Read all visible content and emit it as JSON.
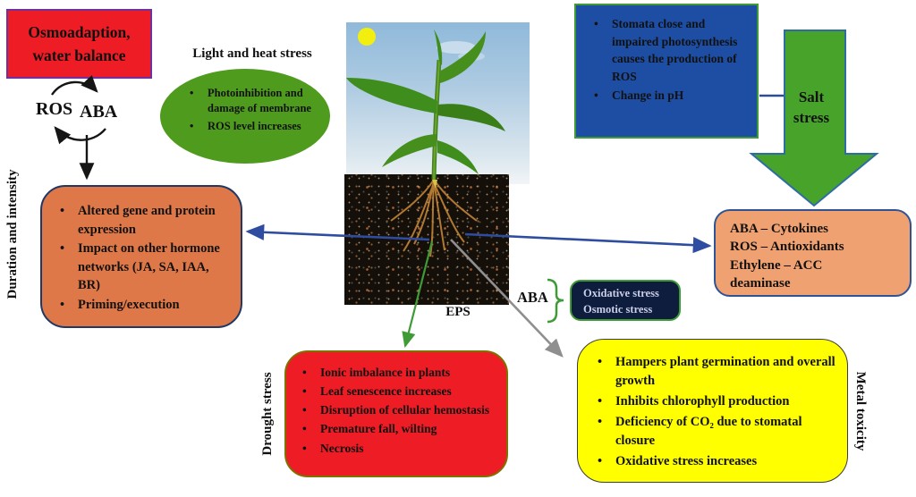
{
  "figure": {
    "type": "plant-stress-diagram",
    "colors": {
      "red": "#ee1c25",
      "orange_dark": "#df7848",
      "orange_light": "#f0a171",
      "green_ellipse": "#4f9b1e",
      "green_arrow": "#48a32a",
      "blue_box": "#1d4ea3",
      "navy_box": "#0e1c3e",
      "yellow": "#ffff00",
      "line_blue": "#2e4da0",
      "line_green": "#3f9b35",
      "line_gray": "#8f8f8f"
    }
  },
  "osmo": {
    "lines": [
      "Osmoadaption,",
      "water balance"
    ]
  },
  "cycle": {
    "ros": "ROS",
    "aba": "ABA"
  },
  "duration_label": "Duration and intensity",
  "light_heat": {
    "title": "Light and heat stress",
    "bullets": [
      "Photoinhibition and damage of membrane",
      "ROS level increases"
    ]
  },
  "left_orange": {
    "bullets": [
      "Altered gene and protein expression",
      "Impact on other hormone networks (JA, SA, IAA, BR)",
      "Priming/execution"
    ]
  },
  "blue_box": {
    "bullets": [
      "Stomata close and impaired photosynthesis causes the production of ROS",
      "Change in pH"
    ]
  },
  "salt_arrow": {
    "label": "Salt stress"
  },
  "right_orange": {
    "lines": [
      "ABA – Cytokines",
      "ROS – Antioxidants",
      "Ethylene – ACC deaminase"
    ]
  },
  "mid": {
    "aba_label": "ABA"
  },
  "dark_box": {
    "lines": [
      "Oxidative stress",
      "Osmotic stress"
    ]
  },
  "eps_label": "EPS",
  "red_box": {
    "rotated_label": "Drought stress",
    "bullets": [
      "Ionic imbalance in plants",
      "Leaf senescence increases",
      "Disruption of cellular hemostasis",
      "Premature fall, wilting",
      "Necrosis"
    ]
  },
  "yellow_box": {
    "rotated_label": "Metal toxicity",
    "bullets": [
      "Hampers plant germination and overall growth",
      "Inhibits chlorophyll production",
      "Deficiency of CO₂ due to stomatal closure",
      "Oxidative stress increases"
    ]
  }
}
